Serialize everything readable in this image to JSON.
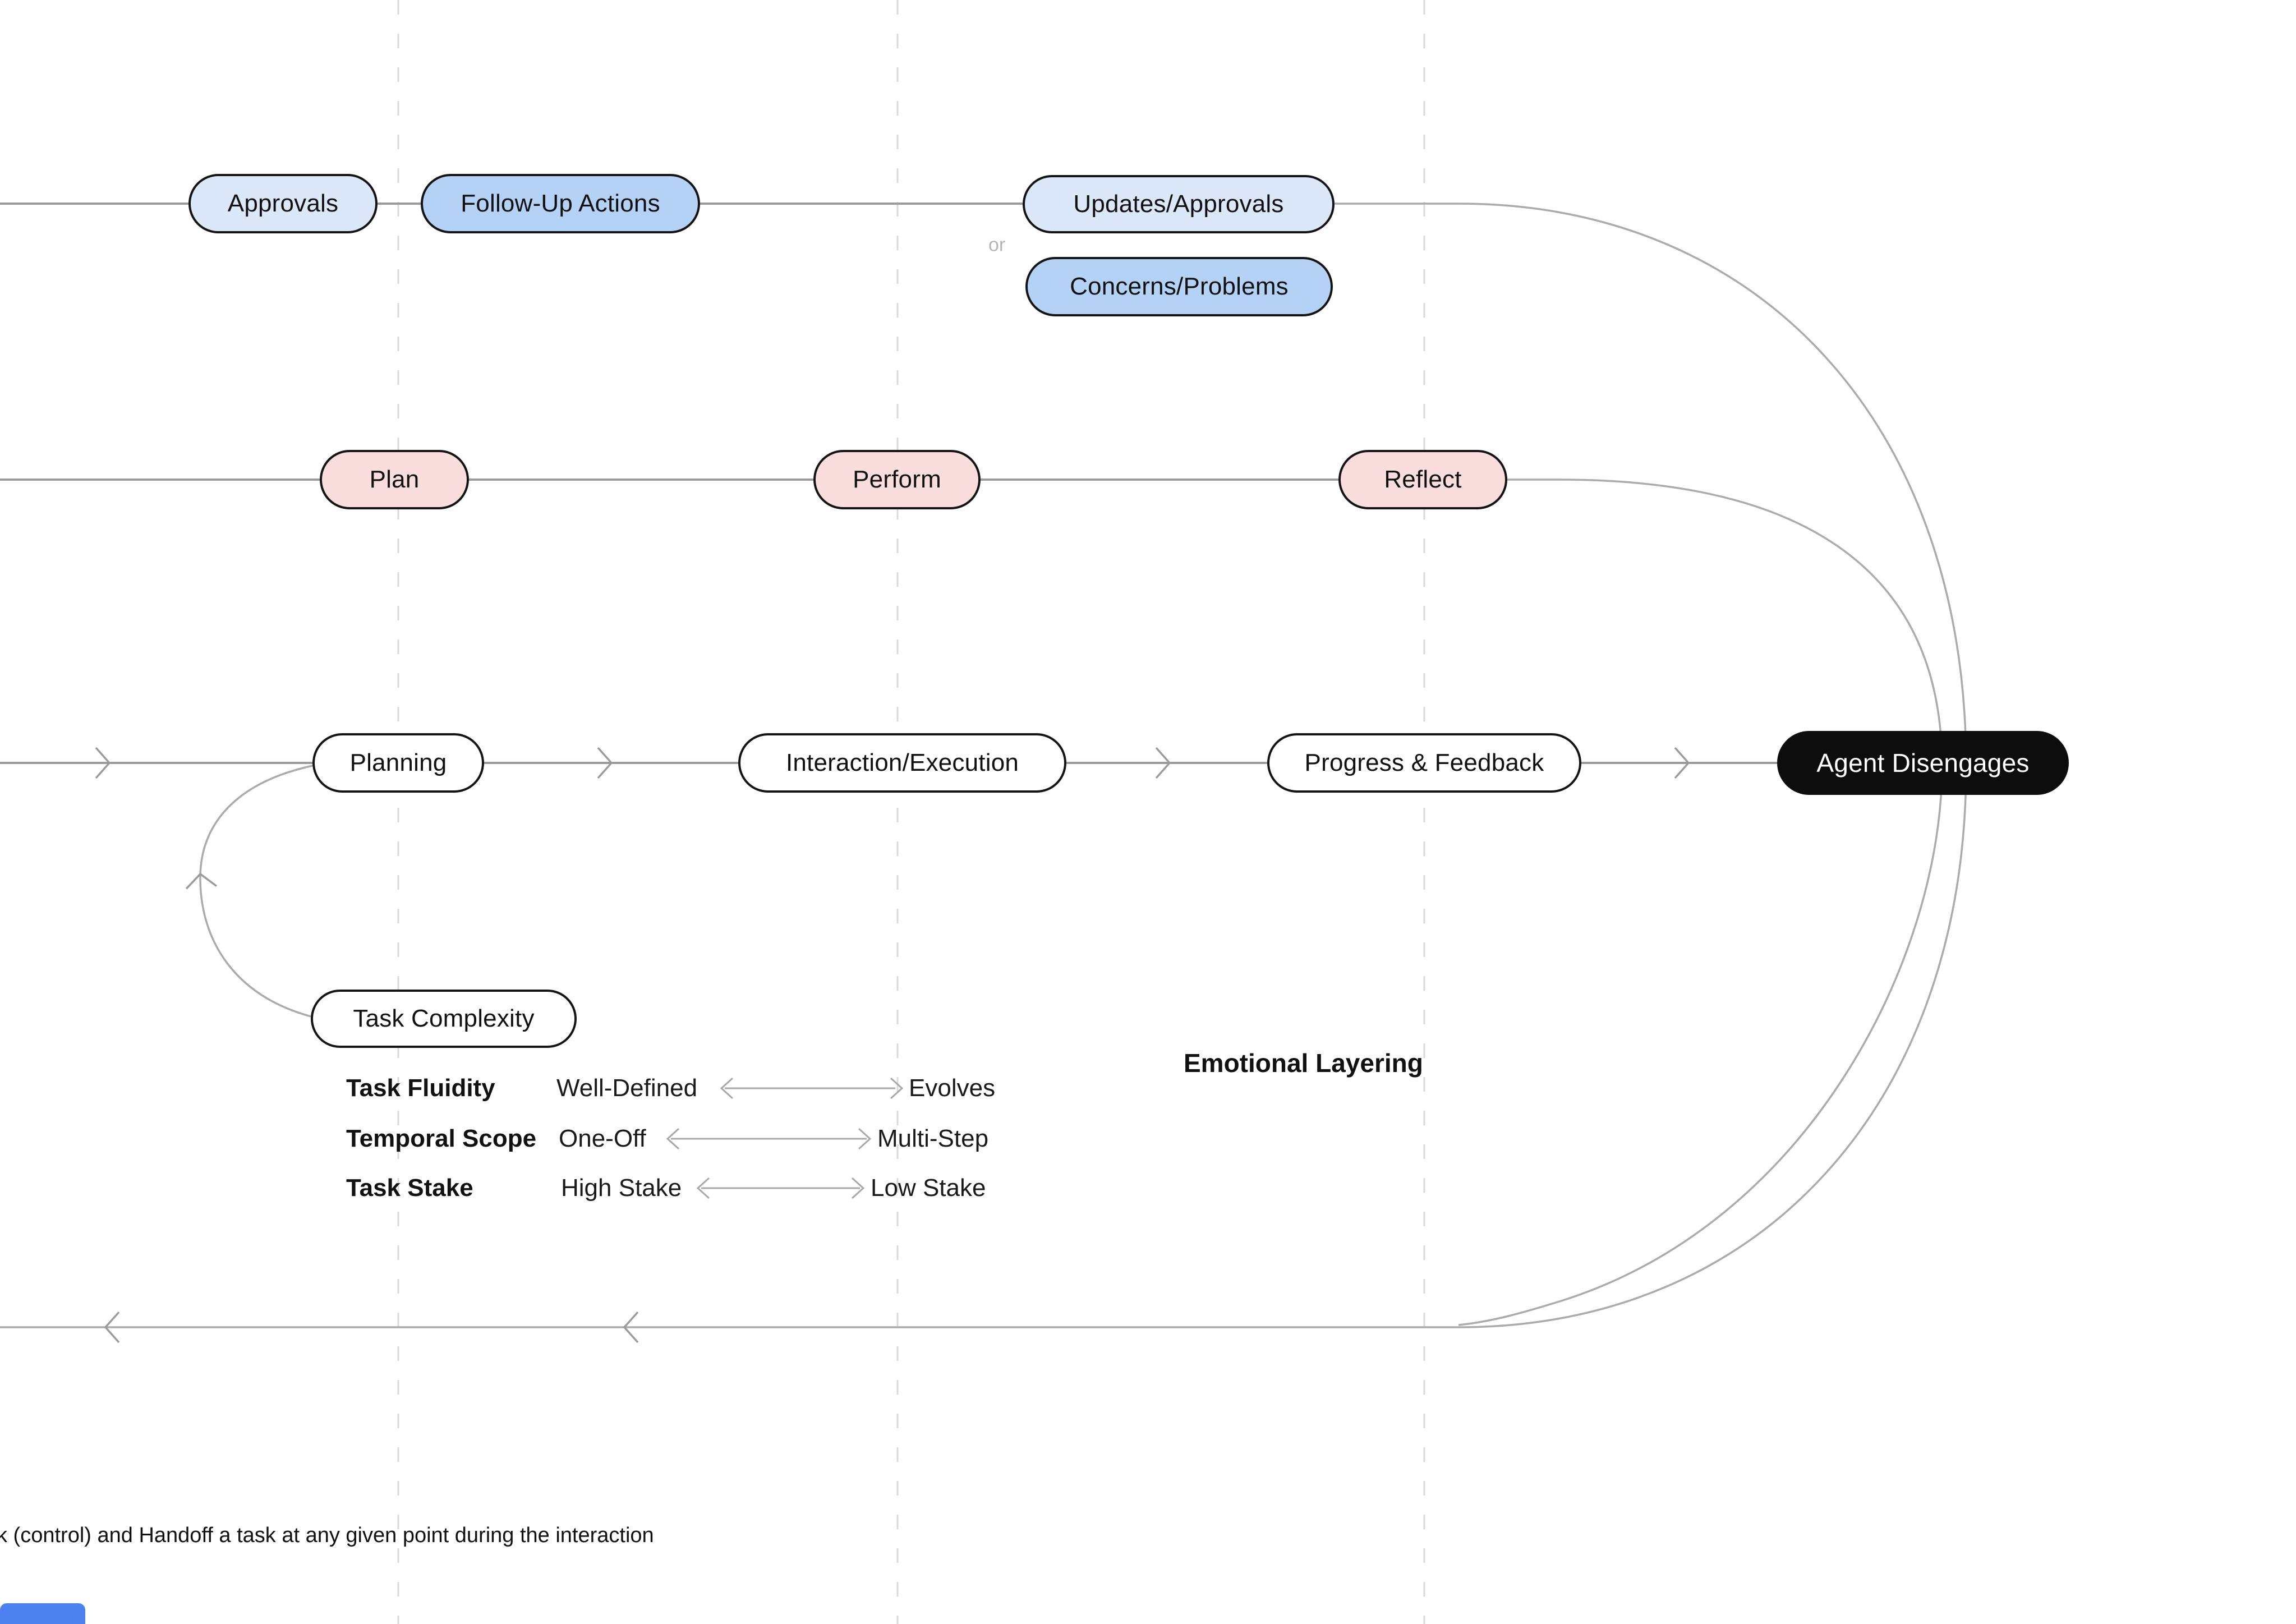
{
  "diagram": {
    "communication_row": {
      "approvals": "Approvals",
      "follow_up": "Follow-Up Actions",
      "updates": "Updates/Approvals",
      "or": "or",
      "concerns": "Concerns/Problems"
    },
    "cycle_row": {
      "plan": "Plan",
      "perform": "Perform",
      "reflect": "Reflect"
    },
    "flow_row": {
      "planning": "Planning",
      "interaction": "Interaction/Execution",
      "progress": "Progress & Feedback",
      "disengage": "Agent Disengages"
    },
    "task_complexity": {
      "title": "Task Complexity",
      "attributes": [
        {
          "label": "Task Fluidity",
          "left": "Well-Defined",
          "right": "Evolves"
        },
        {
          "label": "Temporal Scope",
          "left": "One-Off",
          "right": "Multi-Step"
        },
        {
          "label": "Task Stake",
          "left": "High Stake",
          "right": "Low Stake"
        }
      ]
    },
    "emotional_layering": "Emotional Layering",
    "footnote": "k (control) and Handoff a task at any given point during the interaction"
  },
  "colors": {
    "light_blue": "#dbe8fa",
    "medium_blue": "#b4d2f5",
    "pink": "#fadddd",
    "node_black": "#0d0d0d",
    "line_gray": "#9b9b9b",
    "accent_blue": "#4b82f0"
  }
}
